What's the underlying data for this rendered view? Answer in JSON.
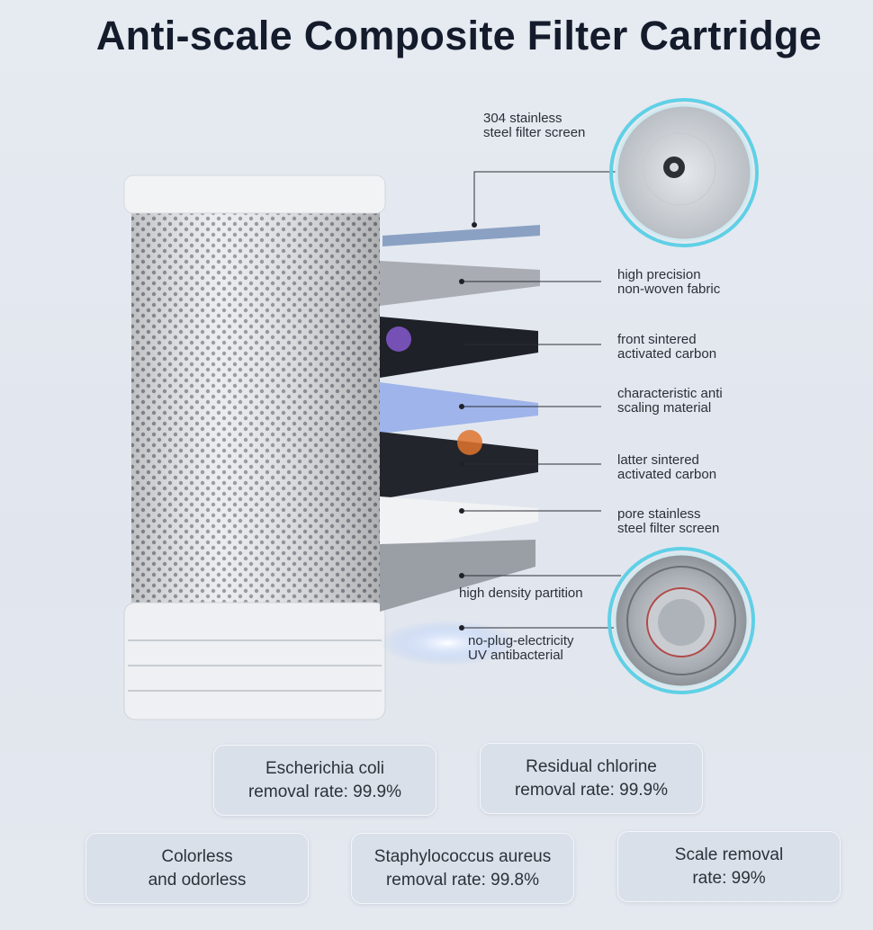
{
  "title": "Anti-scale Composite Filter Cartridge",
  "layers": [
    {
      "label_1": "304 stainless",
      "label_2": "steel filter screen"
    },
    {
      "label_1": "high precision",
      "label_2": "non-woven fabric"
    },
    {
      "label_1": "front sintered",
      "label_2": "activated carbon"
    },
    {
      "label_1": "characteristic anti",
      "label_2": "scaling material"
    },
    {
      "label_1": "latter sintered",
      "label_2": "activated carbon"
    },
    {
      "label_1": "pore stainless",
      "label_2": "steel filter screen"
    },
    {
      "label_1": "high density partition"
    },
    {
      "label_1": "no-plug-electricity",
      "label_2": "UV antibacterial"
    }
  ],
  "badges": [
    {
      "line_1": "Escherichia coli",
      "line_2": "removal rate: 99.9%"
    },
    {
      "line_1": "Residual chlorine",
      "line_2": "removal rate: 99.9%"
    },
    {
      "line_1": "Colorless",
      "line_2": "and odorless"
    },
    {
      "line_1": "Staphylococcus aureus",
      "line_2": "removal rate: 99.8%"
    },
    {
      "line_1": "Scale removal",
      "line_2": "rate: 99%"
    }
  ]
}
